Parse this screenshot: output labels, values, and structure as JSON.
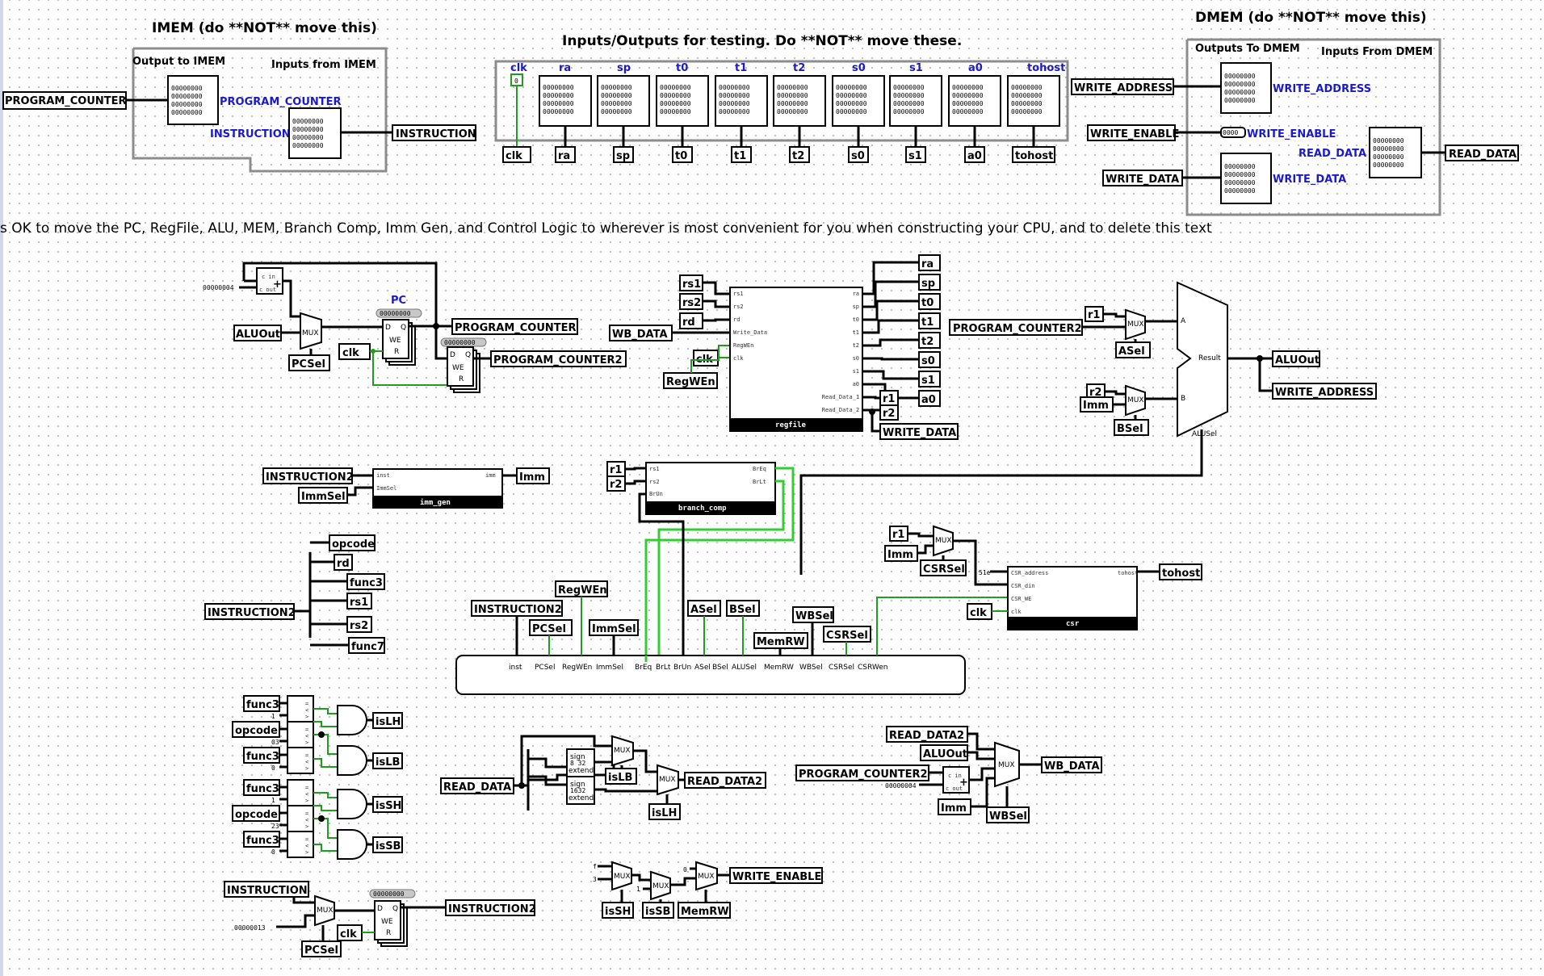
{
  "titles": {
    "imem": "IMEM (do **NOT** move this)",
    "dmem": "DMEM (do **NOT** move this)",
    "io": "Inputs/Outputs for testing. Do **NOT** move these.",
    "note": "s OK to move the PC, RegFile, ALU, MEM, Branch Comp, Imm Gen, and Control Logic to wherever is most convenient for you when constructing your CPU, and to delete this text"
  },
  "imem": {
    "out_label": "Output to IMEM",
    "in_label": "Inputs from IMEM",
    "pc_tunnel": "PROGRAM_COUNTER",
    "pc_pin": "PROGRAM_COUNTER",
    "instr_pin": "INSTRUCTION",
    "instr_tunnel": "INSTRUCTION"
  },
  "dmem": {
    "out_label": "Outputs To DMEM",
    "in_label": "Inputs From DMEM",
    "wa_tunnel": "WRITE_ADDRESS",
    "wa_pin": "WRITE_ADDRESS",
    "we_tunnel": "WRITE_ENABLE",
    "we_pin": "WRITE_ENABLE",
    "wd_tunnel": "WRITE_DATA",
    "wd_pin": "WRITE_DATA",
    "rd_pin": "READ_DATA",
    "rd_tunnel": "READ_DATA"
  },
  "io_headers": [
    "clk",
    "ra",
    "sp",
    "t0",
    "t1",
    "t2",
    "s0",
    "s1",
    "a0",
    "tohost"
  ],
  "io_tunnels": [
    "clk",
    "ra",
    "sp",
    "t0",
    "t1",
    "t2",
    "s0",
    "s1",
    "a0",
    "tohost"
  ],
  "clk_value": "0",
  "pc": {
    "title": "PC",
    "reg_value": "00000000",
    "reg2_value": "00000000",
    "const4": "00000004",
    "aluout": "ALUOut",
    "pcsel": "PCSel",
    "clk": "clk",
    "out1": "PROGRAM_COUNTER",
    "out2": "PROGRAM_COUNTER2",
    "mux": "MUX",
    "adder_cin": "c in",
    "adder_cout": "c out",
    "reg_d": "D",
    "reg_q": "Q",
    "reg_we": "WE",
    "reg_r": "R"
  },
  "regfile": {
    "name": "regfile",
    "inputs": [
      "rs1",
      "rs2",
      "rd"
    ],
    "wbdata": "WB_DATA",
    "clk": "clk",
    "regwen": "RegWEn",
    "left_ports": [
      "rs1",
      "rs2",
      "rd",
      "Write_Data",
      "RegWEn",
      "clk"
    ],
    "right_ports": [
      "ra",
      "sp",
      "t0",
      "t1",
      "t2",
      "s0",
      "s1",
      "a0",
      "Read_Data_1",
      "Read_Data_2"
    ],
    "out_tunnels": [
      "ra",
      "sp",
      "t0",
      "t1",
      "t2",
      "s0",
      "s1",
      "a0"
    ],
    "r1": "r1",
    "r2": "r2",
    "write_data": "WRITE_DATA"
  },
  "alu": {
    "pc2": "PROGRAM_COUNTER2",
    "r1": "r1",
    "r2": "r2",
    "imm": "Imm",
    "asel": "ASel",
    "bsel": "BSel",
    "a": "A",
    "b": "B",
    "result": "Result",
    "alusel": "ALUSel",
    "aluout": "ALUOut",
    "write_address": "WRITE_ADDRESS",
    "mux": "MUX"
  },
  "immgen": {
    "name": "imm_gen",
    "in1": "INSTRUCTION2",
    "in2": "ImmSel",
    "port_inst": "inst",
    "port_immsel": "ImmSel",
    "port_imm": "imm",
    "out": "Imm"
  },
  "branch": {
    "name": "branch_comp",
    "r1": "r1",
    "r2": "r2",
    "ports": [
      "rs1",
      "rs2",
      "BrUn"
    ],
    "outs": [
      "BrEq",
      "BrLt"
    ]
  },
  "splitter": {
    "in": "INSTRUCTION2",
    "outs": [
      "opcode",
      "rd",
      "func3",
      "rs1",
      "rs2",
      "func7"
    ]
  },
  "control": {
    "ports": [
      "inst",
      "PCSel",
      "RegWEn",
      "ImmSel",
      "BrEq",
      "BrLt",
      "BrUn",
      "ASel",
      "BSel",
      "ALUSel",
      "MemRW",
      "WBSel",
      "CSRSel",
      "CSRWen"
    ],
    "tunnels": {
      "instruction2": "INSTRUCTION2",
      "pcsel": "PCSel",
      "regwen": "RegWEn",
      "immsel": "ImmSel",
      "asel": "ASel",
      "bsel": "BSel",
      "memrw": "MemRW",
      "wbsel": "WBSel",
      "csrsel": "CSRSel"
    }
  },
  "csr": {
    "name": "csr",
    "r1": "r1",
    "imm": "Imm",
    "csrsel": "CSRSel",
    "const": "51e",
    "ports": [
      "CSR_address",
      "CSR_din",
      "CSR_WE",
      "clk"
    ],
    "port_out": "tohost",
    "clk": "clk",
    "out": "tohost",
    "mux": "MUX"
  },
  "loadstore": {
    "func3": "func3",
    "opcode": "opcode",
    "c1": "1",
    "c03": "03",
    "c0": "0",
    "c23": "23",
    "islh": "isLH",
    "islb": "isLB",
    "issh": "isSH",
    "issb": "isSB"
  },
  "readdata": {
    "in": "READ_DATA",
    "sign": "sign",
    "extend": "extend",
    "ext1_width": "8 32",
    "ext2_width": "1632",
    "islb": "isLB",
    "islh": "isLH",
    "out": "READ_DATA2",
    "mux": "MUX"
  },
  "wb": {
    "rd2": "READ_DATA2",
    "aluout": "ALUOut",
    "pc2": "PROGRAM_COUNTER2",
    "const4": "00000004",
    "imm": "Imm",
    "wbsel": "WBSel",
    "out": "WB_DATA",
    "mux": "MUX"
  },
  "we": {
    "f": "f",
    "three": "3",
    "one": "1",
    "zero": "0",
    "issh": "isSH",
    "issb": "isSB",
    "memrw": "MemRW",
    "out": "WRITE_ENABLE",
    "mux": "MUX"
  },
  "instreg": {
    "in": "INSTRUCTION",
    "const": "00000013",
    "pcsel": "PCSel",
    "clk": "clk",
    "value": "00000000",
    "out": "INSTRUCTION2",
    "mux": "MUX"
  }
}
